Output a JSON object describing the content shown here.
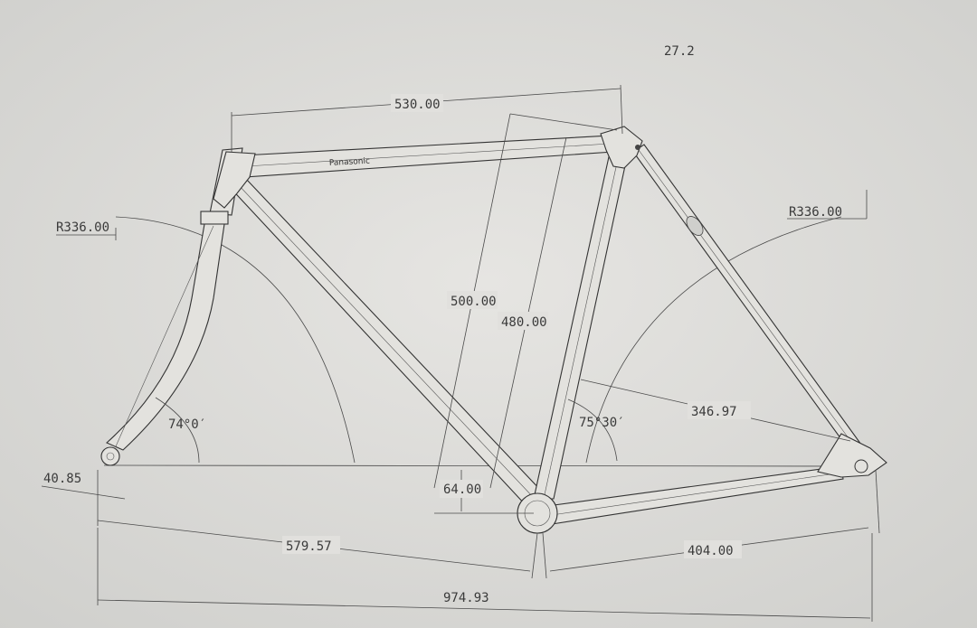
{
  "drawing": {
    "brand_label": "Panasonic",
    "dimensions": {
      "top_tube": "530.00",
      "head_radius": "R336.00",
      "rear_radius": "R336.00",
      "seat_post": "27.2",
      "seat_tube_ctc": "500.00",
      "seat_tube_ctt": "480.00",
      "chainstay": "404.00",
      "seatstay": "346.97",
      "head_angle": "74°0′",
      "seat_angle": "75°30′",
      "bb_drop": "64.00",
      "fork_offset": "40.85",
      "front_center": "579.57",
      "wheelbase": "974.93"
    },
    "colors": {
      "paper": "#d9d9d6",
      "ink": "#3a3a3a"
    }
  }
}
